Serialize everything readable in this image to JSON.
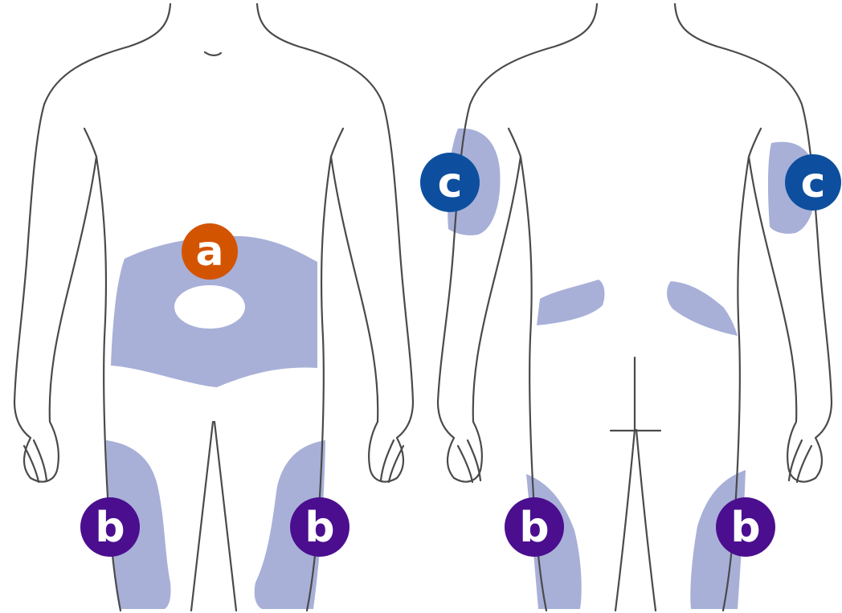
{
  "colors": {
    "zone": "#a8b0d8",
    "badge_a": "#d35400",
    "badge_b": "#4b0e8f",
    "badge_c": "#0d4f9e",
    "outline": "#4a4a4a"
  },
  "labels": {
    "a": "a",
    "b": "b",
    "c": "c"
  }
}
